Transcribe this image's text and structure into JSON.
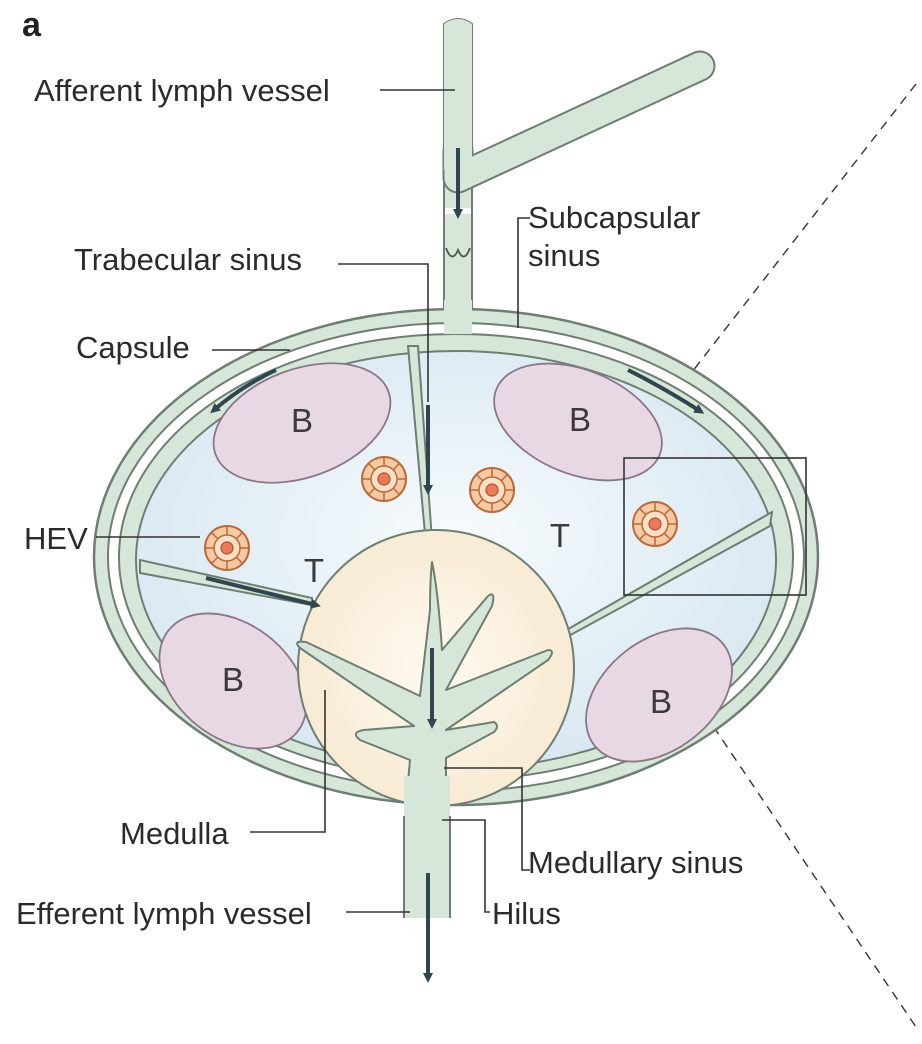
{
  "panel_letter": "a",
  "labels": {
    "afferent": "Afferent lymph vessel",
    "subcapsular_1": "Subcapsular",
    "subcapsular_2": "sinus",
    "trabecular": "Trabecular sinus",
    "capsule": "Capsule",
    "hev": "HEV",
    "medulla": "Medulla",
    "medullary_sinus": "Medullary sinus",
    "efferent": "Efferent lymph vessel",
    "hilus": "Hilus"
  },
  "zones": {
    "b_top_left": "B",
    "b_top_right": "B",
    "b_bottom_left": "B",
    "b_bottom_right": "B",
    "t_left": "T",
    "t_right": "T"
  },
  "colors": {
    "vessel": "#d6e7d9",
    "cortex": "#e6f0f6",
    "b_follicle": "#e8d8e4",
    "medulla": "#fbf1df",
    "hev": "#f0b890",
    "arrow": "#2f4650"
  }
}
